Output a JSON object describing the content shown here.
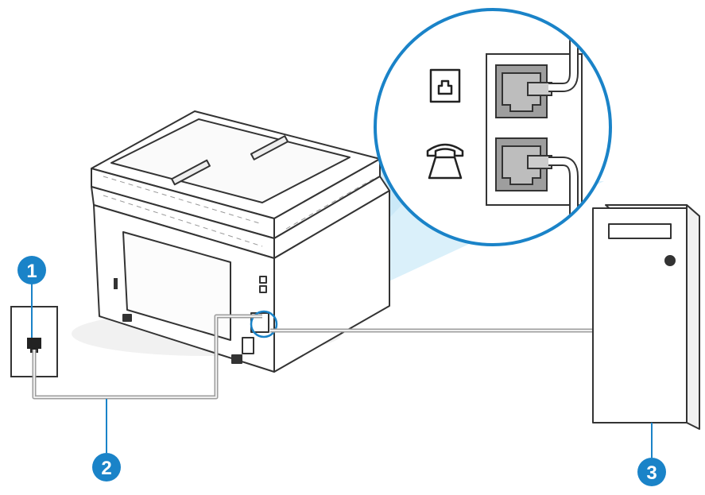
{
  "diagram": {
    "accent_color": "#1a83c8",
    "cable_color": "#bdbdbd",
    "zoom_fill_color": "#b9e3f5",
    "outline_color": "#333333",
    "callouts": [
      {
        "id": "wall-jack",
        "label": "1"
      },
      {
        "id": "phone-cord",
        "label": "2"
      },
      {
        "id": "computer",
        "label": "3"
      }
    ],
    "ports": [
      {
        "name": "line-port",
        "icon": "phone-jack-icon"
      },
      {
        "name": "ext-port",
        "icon": "telephone-icon"
      }
    ],
    "components": [
      "printer",
      "wall-jack",
      "computer",
      "port-zoom"
    ]
  }
}
